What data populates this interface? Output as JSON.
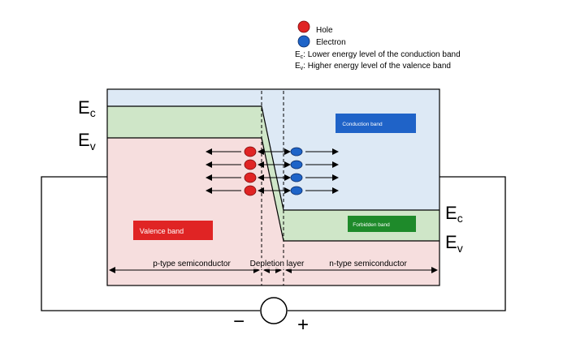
{
  "legend": {
    "hole": "Hole",
    "electron": "Electron",
    "ec_prefix": "E",
    "ec_sub": "c",
    "ec_desc": ": Lower energy level of the conduction band",
    "ev_prefix": "E",
    "ev_sub": "v",
    "ev_desc": ":  Higher energy level of the valence band"
  },
  "levels": {
    "E": "E",
    "c": "c",
    "v": "v"
  },
  "boxes": {
    "conduction": "Conduction   band",
    "forbidden": "Forbidden  band",
    "valence": "Valence  band"
  },
  "regions": {
    "p_type": "p-type semiconductor",
    "depletion": "Depletion layer",
    "n_type": "n-type  semiconductor"
  },
  "battery": {
    "minus": "−",
    "plus": "+"
  },
  "colors": {
    "conduction_fill": "#dde9f5",
    "forbidden_fill": "#cfe6c8",
    "valence_fill": "#f6dede",
    "hole": "#e02424",
    "electron": "#1e64c8",
    "conduction_box": "#1f63c8",
    "forbidden_box": "#1e8a2a",
    "valence_box": "#e02424"
  },
  "icons": {
    "hole": "red-circle",
    "electron": "blue-circle",
    "arrow": "arrow"
  }
}
